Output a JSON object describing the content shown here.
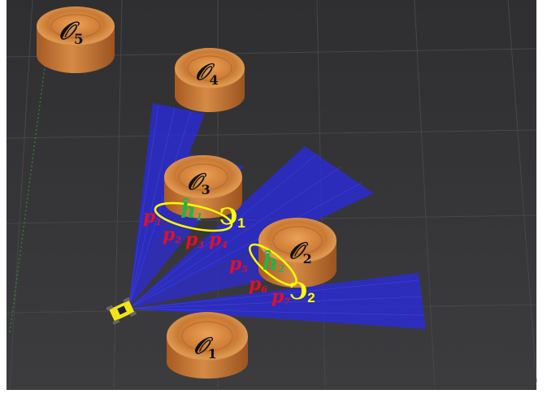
{
  "scene": {
    "colors": {
      "floor": "#3a3a3c",
      "grid": "#4a4a4d",
      "laser": "#2a2ae0",
      "wood_top": "#d9893f",
      "wood_side": "#b8692a",
      "cluster_ellipse": "#ffff00",
      "point_labels": "#e0102a",
      "hat_labels": "#22b34a",
      "robot": "#f2e21a"
    },
    "obstacles": [
      {
        "id": "o5",
        "symbol": "𝒪",
        "sub": "5"
      },
      {
        "id": "o4",
        "symbol": "𝒪",
        "sub": "4"
      },
      {
        "id": "o3",
        "symbol": "𝒪",
        "sub": "3"
      },
      {
        "id": "o2",
        "symbol": "𝒪",
        "sub": "2"
      },
      {
        "id": "o1",
        "symbol": "𝒪",
        "sub": "1"
      }
    ],
    "points": [
      {
        "id": "p1",
        "symbol": "p",
        "sub": "1"
      },
      {
        "id": "p2",
        "symbol": "p",
        "sub": "2"
      },
      {
        "id": "p3",
        "symbol": "p",
        "sub": "3"
      },
      {
        "id": "p4",
        "symbol": "p",
        "sub": "4"
      },
      {
        "id": "p5",
        "symbol": "p",
        "sub": "5"
      },
      {
        "id": "p6",
        "symbol": "p",
        "sub": "6"
      },
      {
        "id": "p7",
        "symbol": "p",
        "sub": "7"
      }
    ],
    "hats": [
      {
        "id": "h1",
        "symbol": "ĥ",
        "sub": "1"
      },
      {
        "id": "h2",
        "symbol": "ĥ",
        "sub": "2"
      }
    ],
    "clusters": [
      {
        "id": "c1",
        "symbol": "Ↄ",
        "sub": "1"
      },
      {
        "id": "c2",
        "symbol": "Ↄ",
        "sub": "2"
      }
    ],
    "icons": {
      "robot": "robot-icon"
    }
  }
}
